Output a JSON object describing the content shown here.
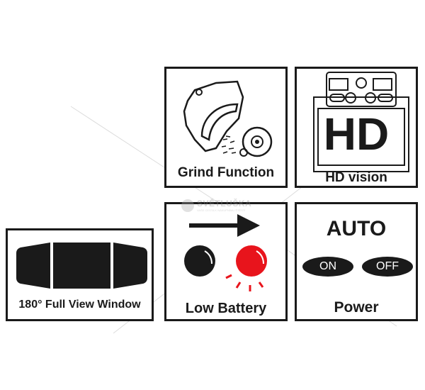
{
  "tiles": {
    "grind": {
      "label": "Grind Function",
      "icon": "grinder-helmet-icon"
    },
    "hd": {
      "label": "HD vision",
      "big_text": "HD",
      "icon": "camera-hd-icon"
    },
    "view": {
      "label": "180° Full View Window",
      "icon": "wide-window-icon"
    },
    "battery": {
      "label": "Low Battery",
      "icon": "led-indicator-icon"
    },
    "power": {
      "label": "Power",
      "auto_text": "AUTO",
      "on_text": "ON",
      "off_text": "OFF"
    }
  },
  "watermark": {
    "brand": "SVĚTLUŠKA",
    "tagline": "VAŠE CESTA K NÁKUPNÍMU ŠTĚSTÍ"
  },
  "colors": {
    "ink": "#1a1a1a",
    "led_red": "#e8141c",
    "watermark_line": "#d8d8d8"
  }
}
